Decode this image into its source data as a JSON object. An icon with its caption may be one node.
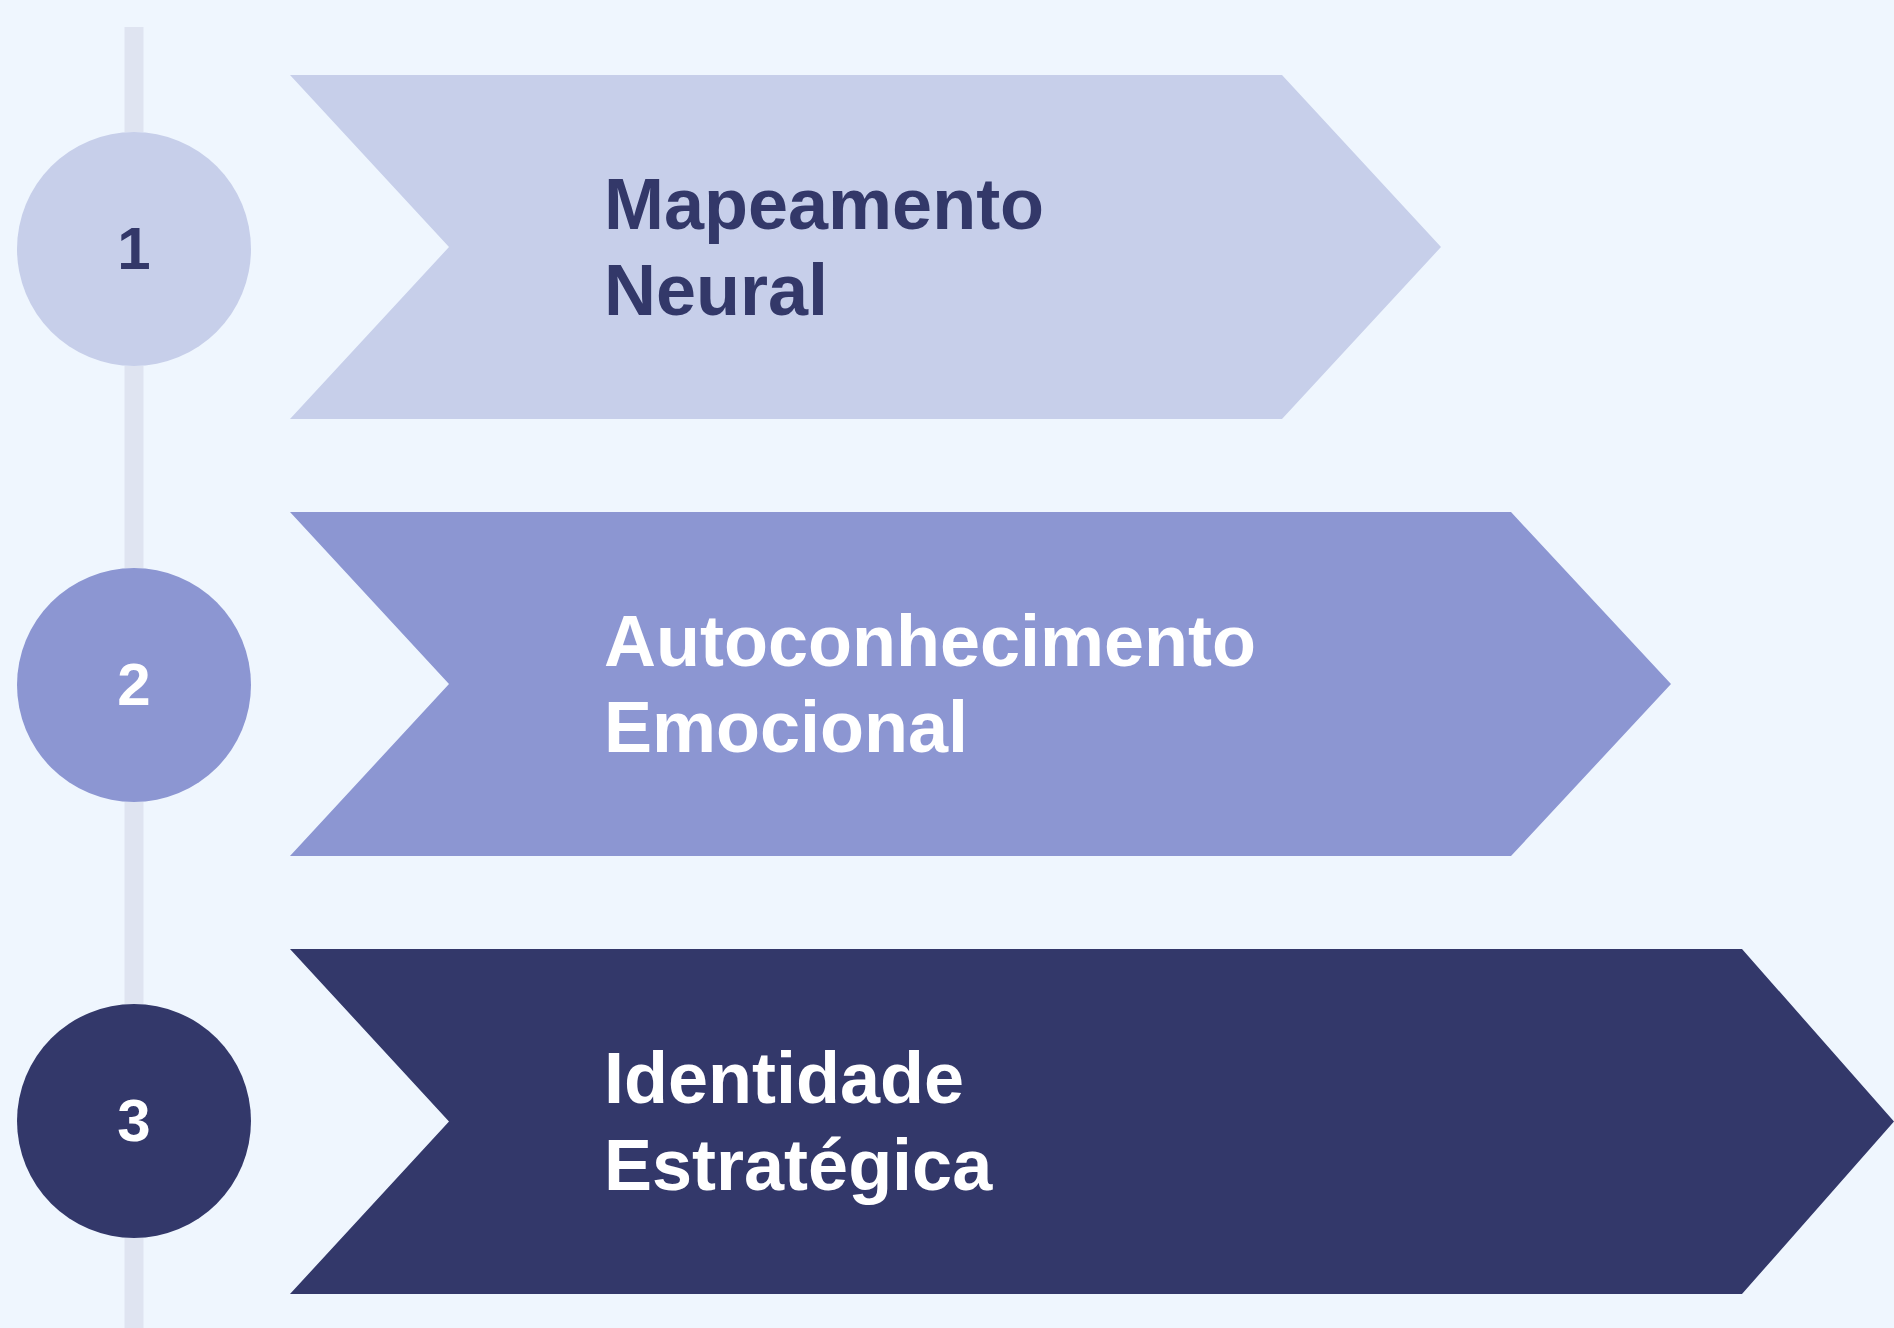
{
  "diagram": {
    "nodes": [
      {
        "text": [
          "1"
        ]
      },
      {
        "text": [
          "Mapeamento Neural"
        ]
      },
      {
        "text": [
          "2"
        ]
      },
      {
        "text": [
          "Autoconhecimento Emocional"
        ]
      },
      {
        "text": [
          "3"
        ]
      },
      {
        "text": [
          "Identidade Estratégica"
        ]
      }
    ],
    "edges": [
      {
        "from": null,
        "to": 0,
        "arrow": "none"
      },
      {
        "from": 0,
        "to": 2,
        "arrow": "none"
      },
      {
        "from": 2,
        "to": 4,
        "arrow": "none"
      },
      {
        "from": 4,
        "to": null,
        "arrow": "none"
      }
    ]
  }
}
